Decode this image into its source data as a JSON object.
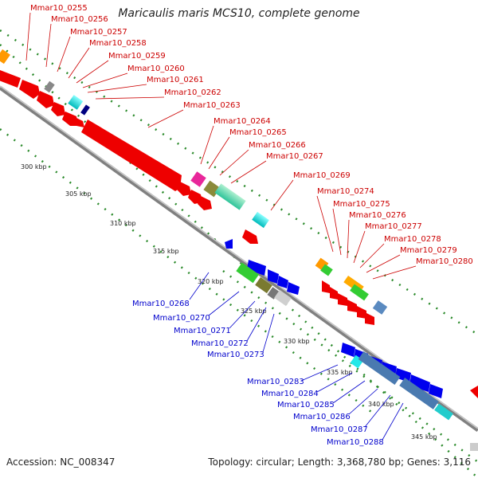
{
  "title": "Maricaulis maris MCS10, complete genome",
  "footer": {
    "accession": "Accession: NC_008347",
    "topology": "Topology: circular; Length: 3,368,780 bp; Genes: 3,116"
  },
  "colors": {
    "forward_label": "#cc0000",
    "reverse_label": "#0000cc",
    "backbone": "#888888",
    "dots": "#228822"
  },
  "ticks": [
    "300 kbp",
    "305 kbp",
    "310 kbp",
    "315 kbp",
    "320 kbp",
    "325 kbp",
    "330 kbp",
    "335 kbp",
    "340 kbp",
    "345 kbp"
  ],
  "forward_labels": [
    "Mmar10_0255",
    "Mmar10_0256",
    "Mmar10_0257",
    "Mmar10_0258",
    "Mmar10_0259",
    "Mmar10_0260",
    "Mmar10_0261",
    "Mmar10_0262",
    "Mmar10_0263",
    "Mmar10_0264",
    "Mmar10_0265",
    "Mmar10_0266",
    "Mmar10_0267",
    "Mmar10_0269",
    "Mmar10_0274",
    "Mmar10_0275",
    "Mmar10_0276",
    "Mmar10_0277",
    "Mmar10_0278",
    "Mmar10_0279",
    "Mmar10_0280"
  ],
  "reverse_labels": [
    "Mmar10_0268",
    "Mmar10_0270",
    "Mmar10_0271",
    "Mmar10_0272",
    "Mmar10_0273",
    "Mmar10_0283",
    "Mmar10_0284",
    "Mmar10_0285",
    "Mmar10_0286",
    "Mmar10_0287",
    "Mmar10_0288"
  ]
}
